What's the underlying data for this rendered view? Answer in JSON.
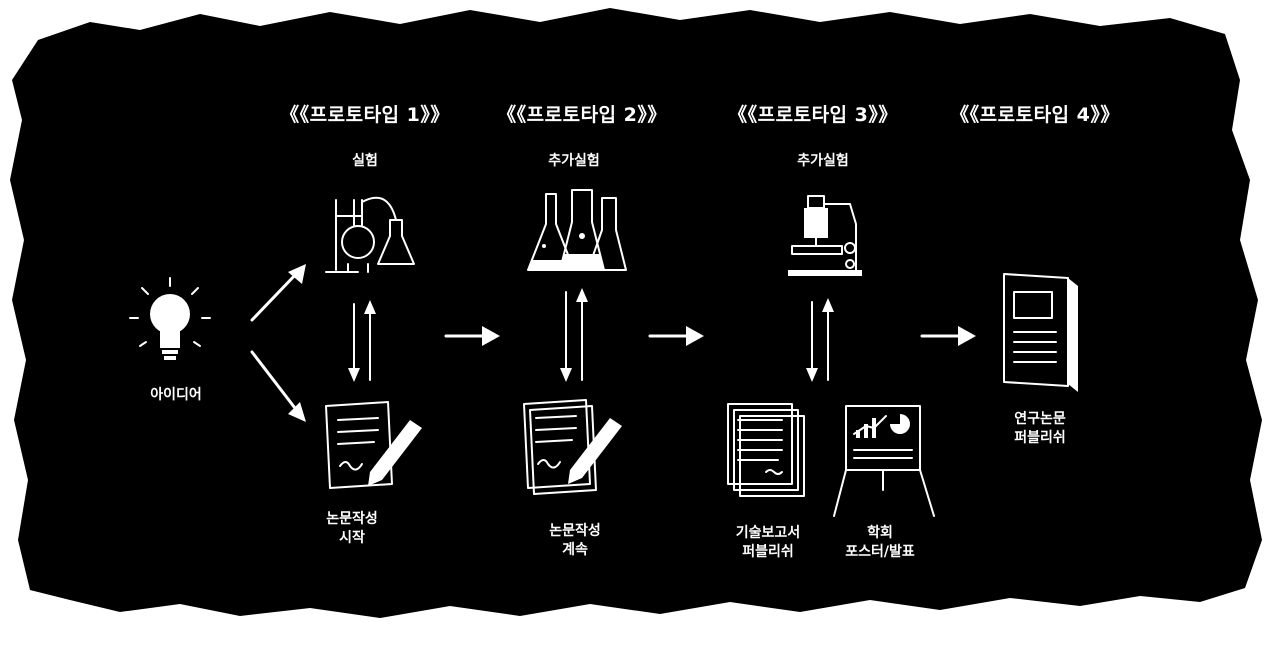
{
  "colors": {
    "board": "#000000",
    "ink": "#ffffff",
    "background": "#ffffff"
  },
  "prototypes": [
    {
      "label": "《《프로토타입 1》》"
    },
    {
      "label": "《《프로토타입 2》》"
    },
    {
      "label": "《《프로토타입 3》》"
    },
    {
      "label": "《《프로토타입 4》》"
    }
  ],
  "nodes": {
    "idea": {
      "label": "아이디어",
      "icon": "lightbulb-icon"
    },
    "experiment": {
      "label": "실험",
      "icon": "chemistry-apparatus-icon"
    },
    "paper_start": {
      "label": "논문작성\n시작",
      "icon": "document-pen-icon"
    },
    "extra_experiment_2": {
      "label": "추가실험",
      "icon": "flasks-icon"
    },
    "paper_continue": {
      "label": "논문작성\n계속",
      "icon": "document-pen-icon"
    },
    "extra_experiment_3": {
      "label": "추가실험",
      "icon": "microscope-icon"
    },
    "tech_report": {
      "label": "기술보고서\n퍼블리쉬",
      "icon": "document-stack-icon"
    },
    "poster": {
      "label": "학회\n포스터/발표",
      "icon": "poster-easel-icon"
    },
    "publication": {
      "label": "연구논문\n퍼블리쉬",
      "icon": "book-icon"
    }
  }
}
